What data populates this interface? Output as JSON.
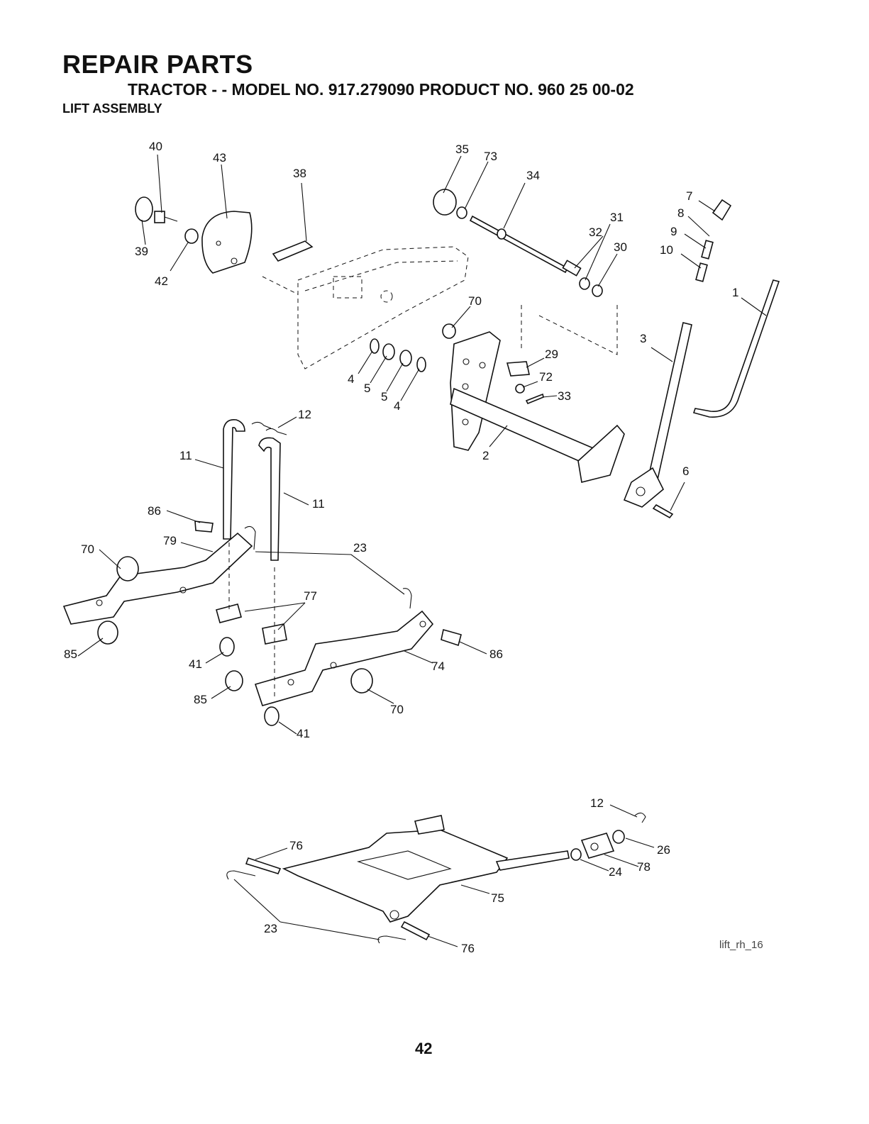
{
  "header": {
    "title": "REPAIR PARTS",
    "subtitle": "TRACTOR - - MODEL NO. 917.279090 PRODUCT NO. 960 25 00-02",
    "section": "LIFT ASSEMBLY"
  },
  "callouts": [
    "40",
    "43",
    "38",
    "39",
    "42",
    "35",
    "73",
    "34",
    "31",
    "32",
    "30",
    "7",
    "8",
    "9",
    "10",
    "1",
    "3",
    "70",
    "29",
    "72",
    "33",
    "4",
    "5",
    "5",
    "4",
    "12",
    "2",
    "6",
    "11",
    "11",
    "86",
    "79",
    "70",
    "23",
    "77",
    "85",
    "41",
    "74",
    "86",
    "85",
    "41",
    "70",
    "12",
    "26",
    "76",
    "78",
    "24",
    "75",
    "23",
    "76"
  ],
  "figure_ref": "lift_rh_16",
  "footer": {
    "page_number": "42"
  }
}
